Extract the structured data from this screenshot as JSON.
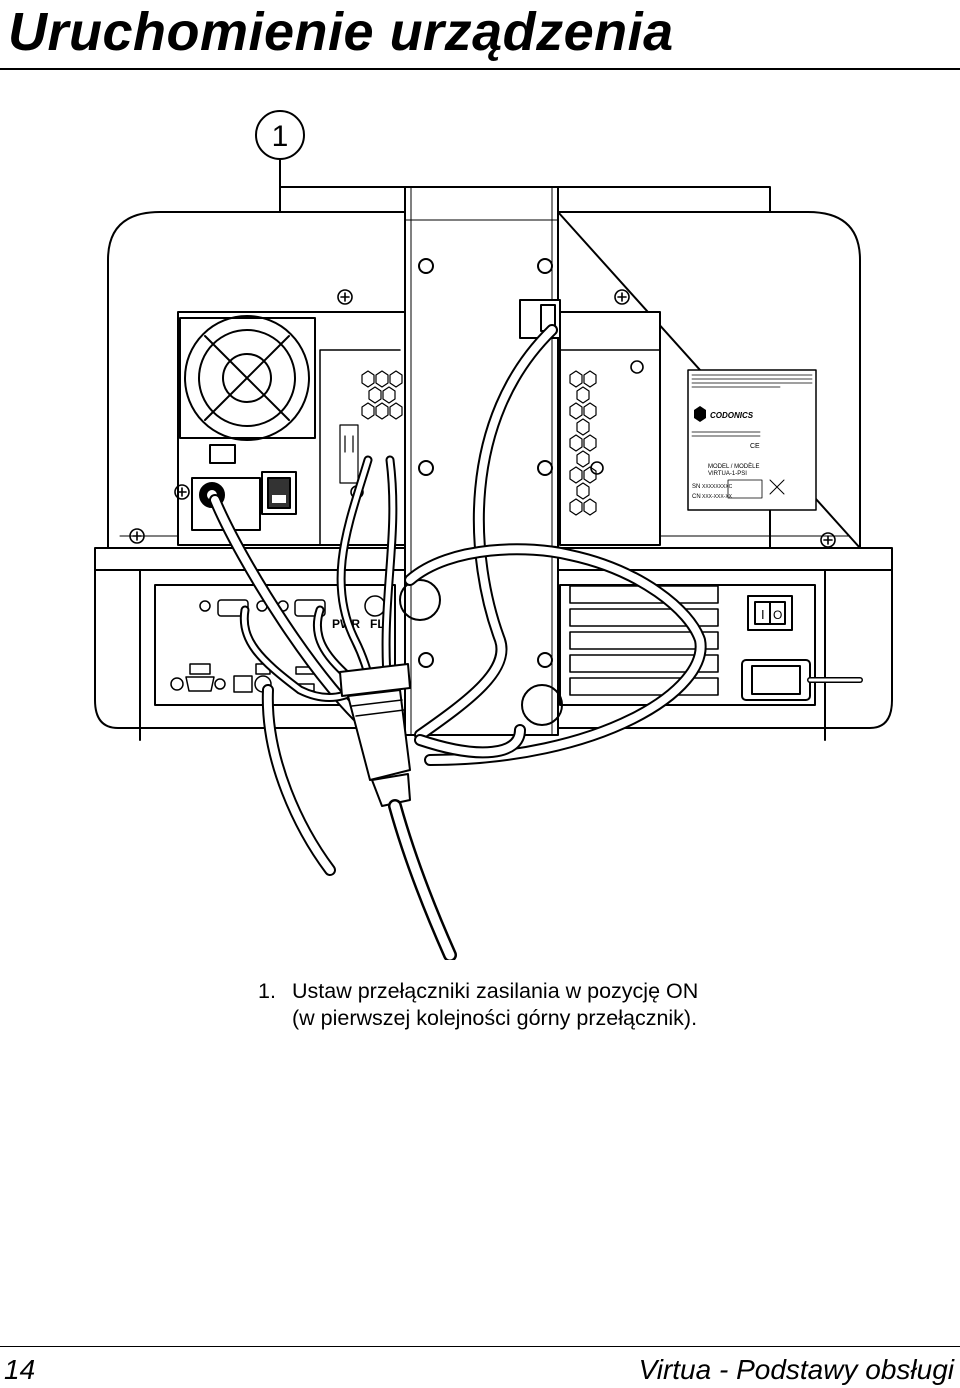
{
  "header": {
    "title": "Uruchomienie urządzenia"
  },
  "figure": {
    "callout": "1",
    "panel_labels": {
      "i": "I",
      "o": "O",
      "pwr": "PWR",
      "fl": "FL"
    },
    "label": {
      "brand": "CODONICS",
      "model_label": "MODEL / MODÈLE",
      "model": "VIRTUA-1-PSI",
      "sn_label": "SN",
      "cn_label": "CN",
      "sn_value": "XXXXXXXXC",
      "cn_value": "XXX-XXX-XX",
      "ce": "CE"
    }
  },
  "instruction": {
    "number": "1.",
    "line1": "Ustaw przełączniki zasilania w pozycję ON",
    "line2": "(w pierwszej kolejności górny przełącznik)."
  },
  "footer": {
    "page_number": "14",
    "running_title": "Virtua - Podstawy obsługi"
  }
}
